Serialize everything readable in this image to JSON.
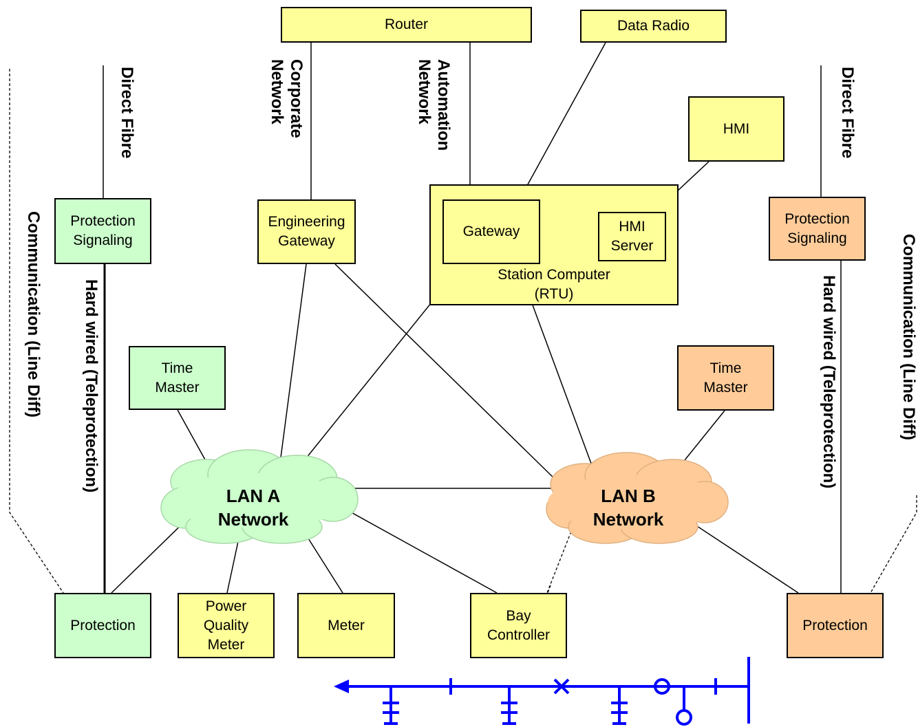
{
  "colors": {
    "yellow_box": "#ffff99",
    "green_box": "#ccffcc",
    "orange_box": "#ffcc99",
    "lan_a_cloud": "#ccffcc",
    "lan_b_cloud": "#ffcc99",
    "single_line": "#0000ff"
  },
  "boxes": {
    "router": "Router",
    "data_radio": "Data Radio",
    "hmi": "HMI",
    "engineering_gateway": "Engineering\nGateway",
    "gateway": "Gateway",
    "hmi_server": "HMI\nServer",
    "station_computer": "Station Computer\n(RTU)",
    "protection_signaling_a": "Protection\nSignaling",
    "protection_signaling_b": "Protection\nSignaling",
    "time_master_a": "Time\nMaster",
    "time_master_b": "Time\nMaster",
    "protection_a": "Protection",
    "protection_b": "Protection",
    "power_quality_meter": "Power\nQuality\nMeter",
    "meter": "Meter",
    "bay_controller": "Bay\nController"
  },
  "clouds": {
    "lan_a": "LAN A\nNetwork",
    "lan_b": "LAN B\nNetwork"
  },
  "link_labels": {
    "corporate_network": "Corporate\nNetwork",
    "automation_network": "Automation\nNetwork",
    "direct_fibre_left": "Direct Fibre",
    "direct_fibre_right": "Direct Fibre",
    "hard_wired_left": "Hard wired (Teleprotection)",
    "hard_wired_right": "Hard wired (Teleprotection)",
    "communication_left": "Communication (Line Diff)",
    "communication_right": "Communication (Line Diff)"
  },
  "icons": {
    "single_line_diagram": "single-line-diagram-icon",
    "cloud": "cloud-shape"
  }
}
